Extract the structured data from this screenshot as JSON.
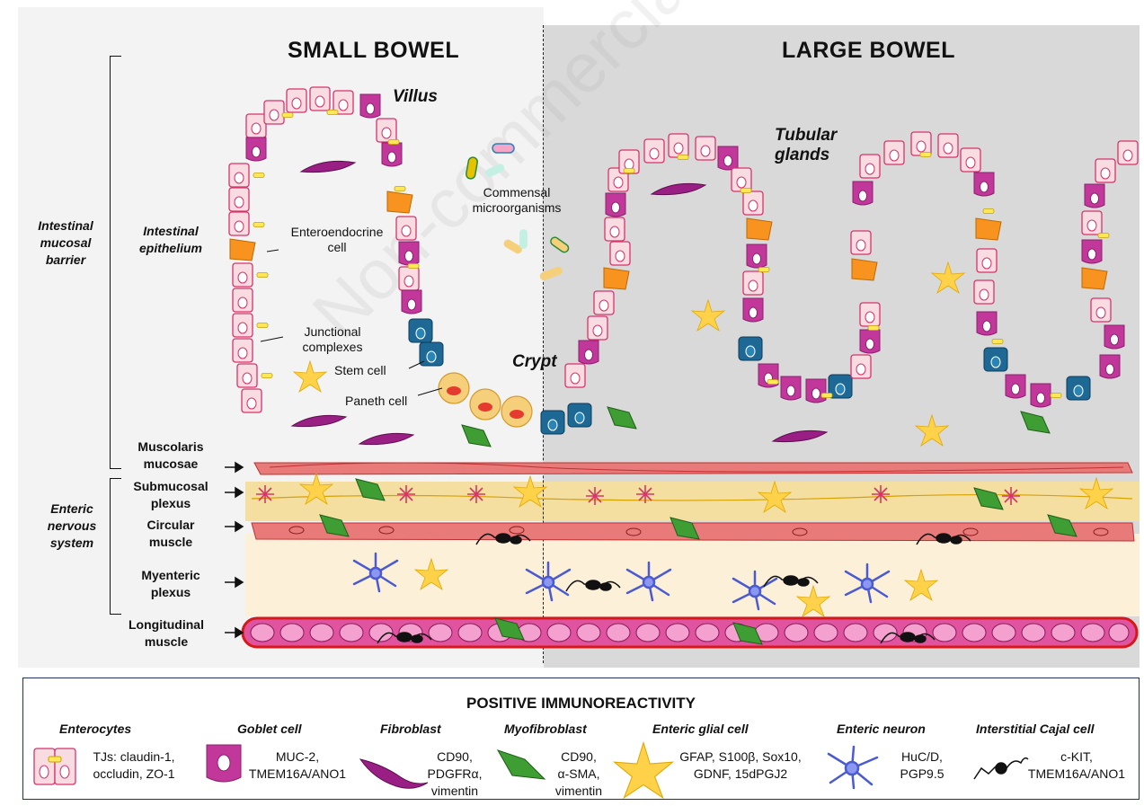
{
  "titles": {
    "small": "SMALL BOWEL",
    "large": "LARGE BOWEL"
  },
  "structure": {
    "villus": "Villus",
    "crypt": "Crypt",
    "tubular_glands": "Tubular\nglands"
  },
  "cell_labels": {
    "commensal": "Commensal\nmicroorganisms",
    "enteroendocrine": "Enteroendocrine\ncell",
    "junctional": "Junctional\ncomplexes",
    "stem": "Stem cell",
    "paneth": "Paneth cell"
  },
  "left_labels": {
    "barrier": "Intestinal\nmucosal\nbarrier",
    "epithelium": "Intestinal\nepithelium",
    "ens": "Enteric\nnervous\nsystem"
  },
  "layers": [
    {
      "id": "muscularis",
      "label": "Muscolaris\nmucosae"
    },
    {
      "id": "submucosal",
      "label": "Submucosal\nplexus"
    },
    {
      "id": "circular",
      "label": "Circular\nmuscle"
    },
    {
      "id": "myenteric",
      "label": "Myenteric\nplexus"
    },
    {
      "id": "longitudinal",
      "label": "Longitudinal\nmuscle"
    }
  ],
  "legend": {
    "title": "POSITIVE IMMUNOREACTIVITY",
    "items": [
      {
        "head": "Enterocytes",
        "text": "TJs: claudin-1,\noccludin, ZO-1",
        "icon": "enterocyte-icon"
      },
      {
        "head": "Goblet cell",
        "text": "MUC-2,\nTMEM16A/ANO1",
        "icon": "goblet-cell-icon"
      },
      {
        "head": "Fibroblast",
        "text": "CD90,\nPDGFRα,\nvimentin",
        "icon": "fibroblast-icon"
      },
      {
        "head": "Myofibroblast",
        "text": "CD90,\nα-SMA,\nvimentin",
        "icon": "myofibroblast-icon"
      },
      {
        "head": "Enteric glial cell",
        "text": "GFAP, S100β, Sox10,\nGDNF, 15dPGJ2",
        "icon": "glial-cell-icon"
      },
      {
        "head": "Enteric neuron",
        "text": "HuC/D,\nPGP9.5",
        "icon": "neuron-icon"
      },
      {
        "head": "Interstitial Cajal cell",
        "text": "c-KIT,\nTMEM16A/ANO1",
        "icon": "cajal-cell-icon"
      }
    ]
  },
  "watermark": "Non-commercial use only",
  "colors": {
    "enterocyte": "#f9dbe2",
    "enterocyte_border": "#d8336b",
    "goblet": "#c2389a",
    "enteroendocrine": "#f7931e",
    "stem": "#1d6894",
    "paneth": "#f6cf7a",
    "fibroblast": "#9a1f84",
    "myofibroblast": "#3f9e33",
    "glial": "#ffd24a",
    "neuron": "#4a5ad1",
    "muscle": "#e05a5a",
    "submucosa": "#f5dfa0",
    "myenteric": "#fdf0d9"
  }
}
